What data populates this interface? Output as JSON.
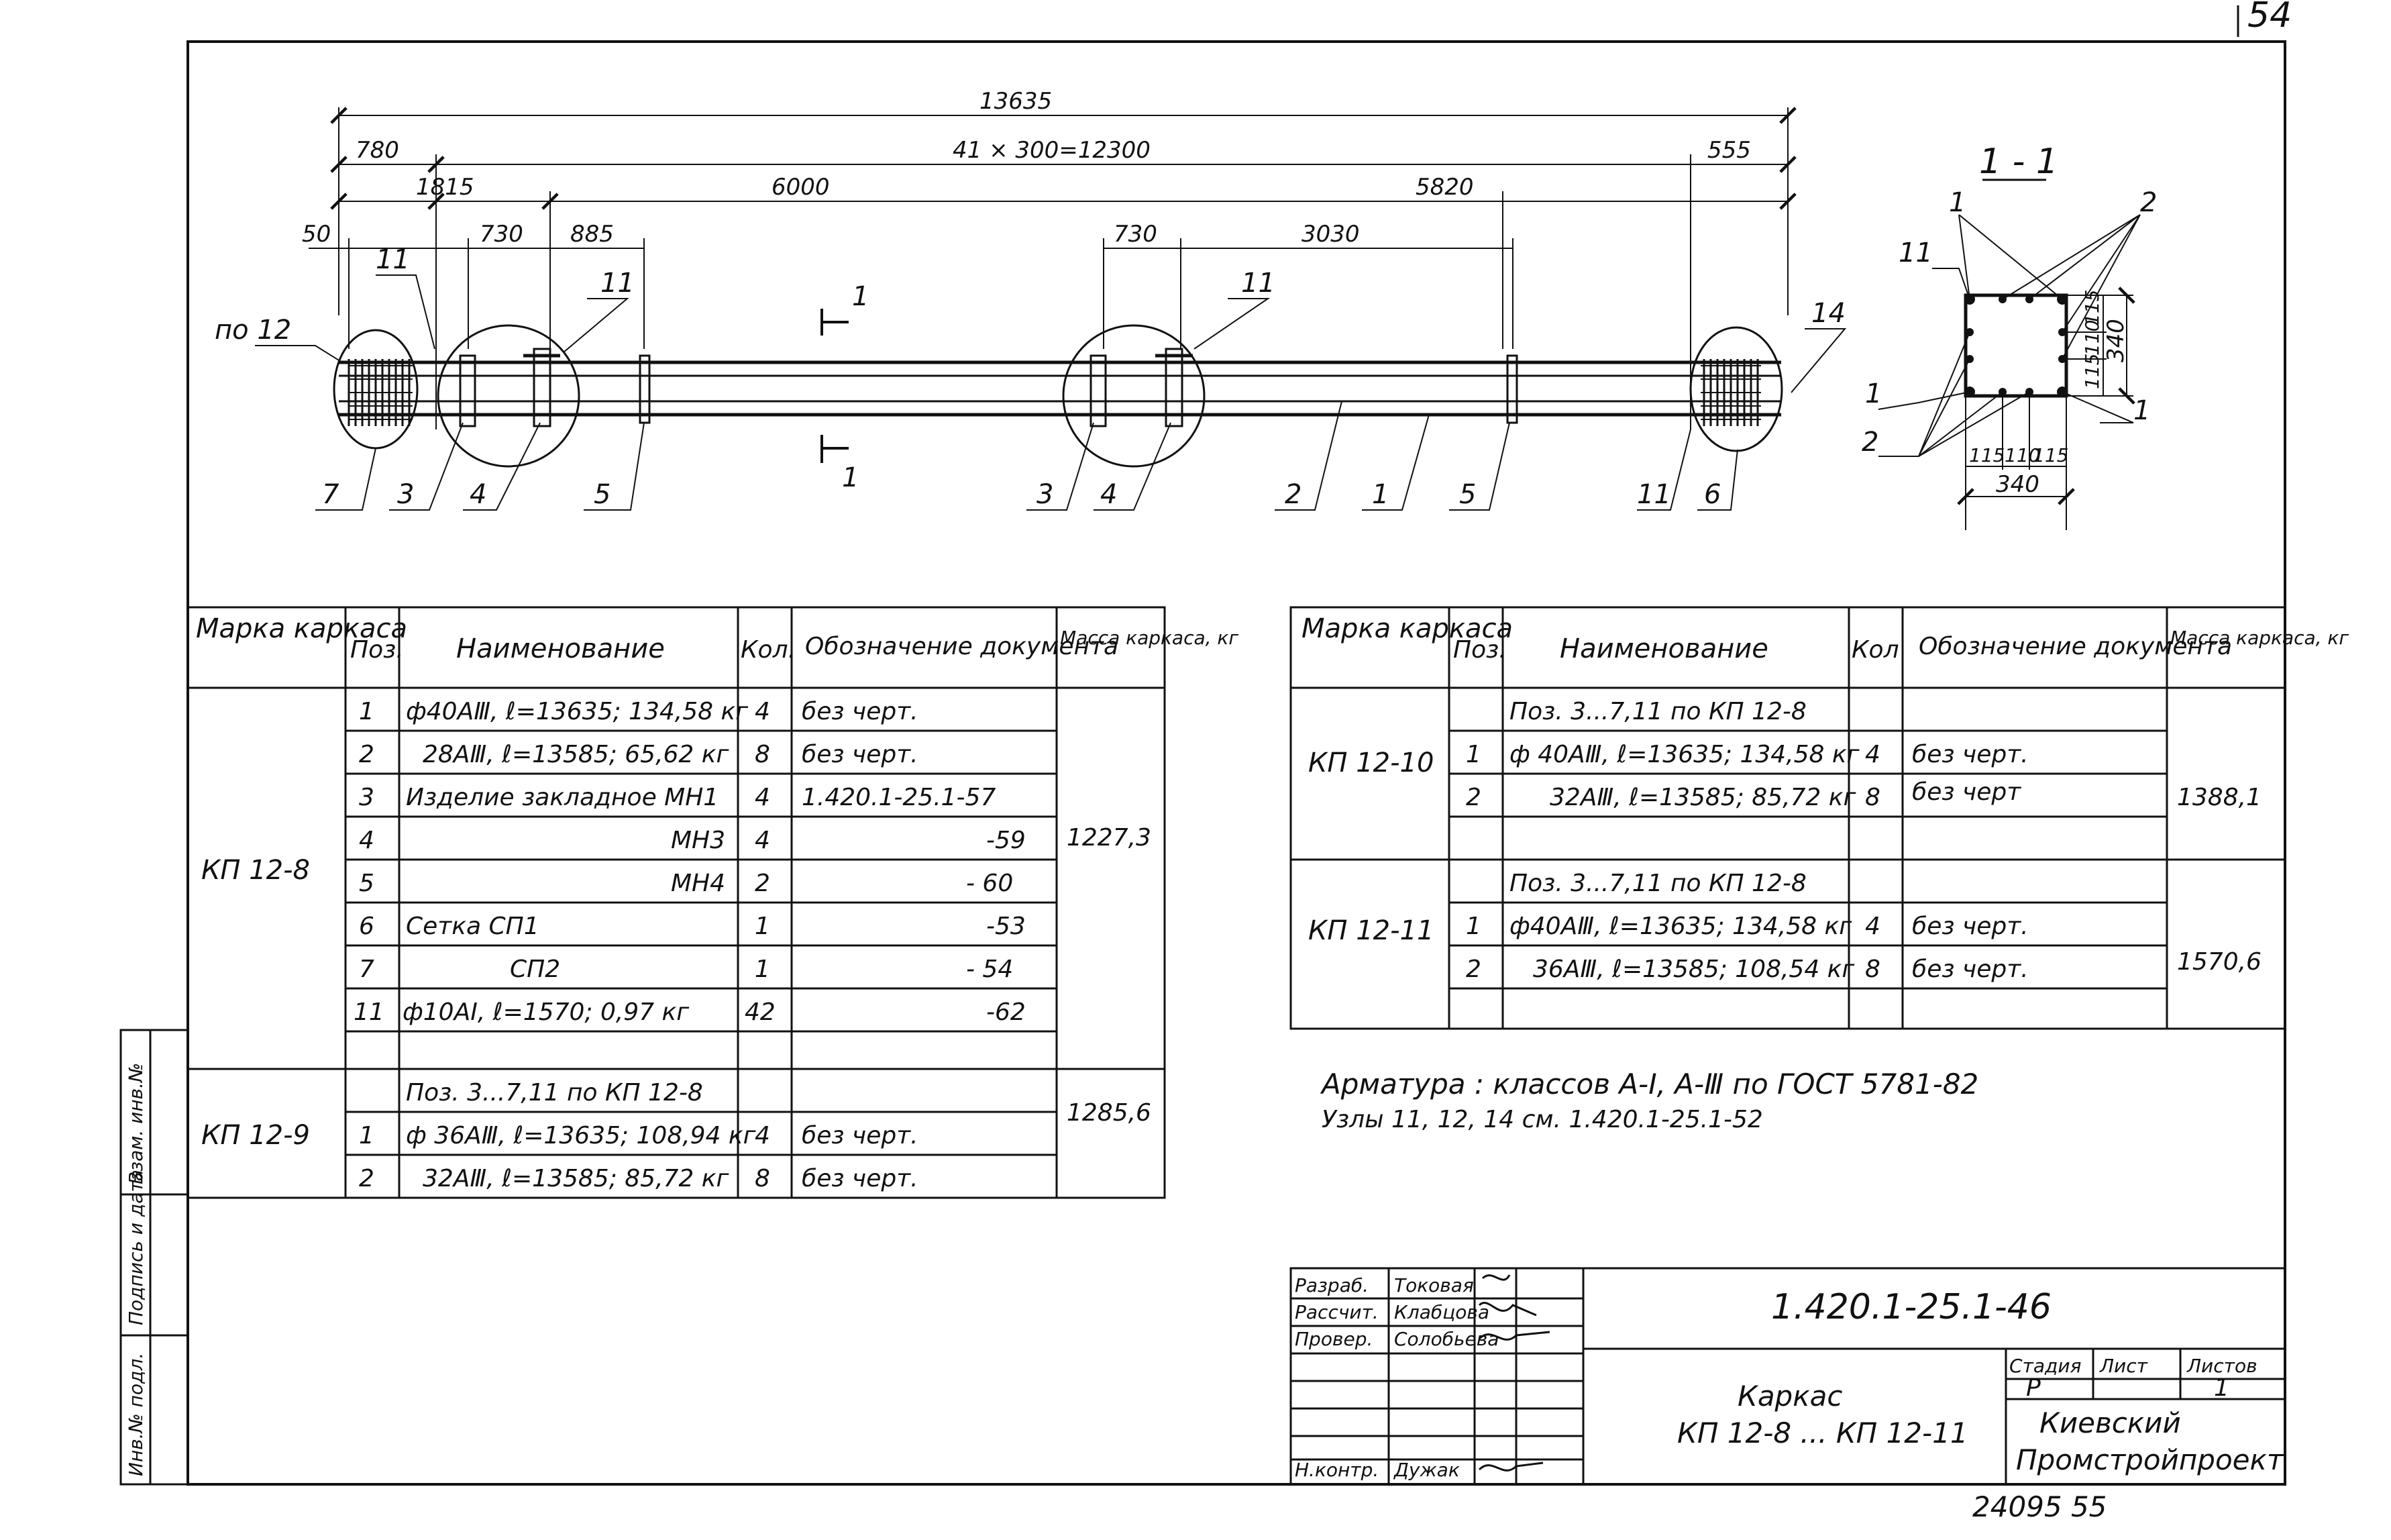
{
  "sheet_number": "54",
  "drawing_id": "1.420.1-25.1-46",
  "footer_code": "24095  55",
  "drawing": {
    "dims": {
      "total": "13635",
      "spacing": "41 × 300=12300",
      "left_780": "780",
      "right_555": "555",
      "d1815": "1815",
      "d6000": "6000",
      "d5820": "5820",
      "d50": "50",
      "d730a": "730",
      "d885": "885",
      "d730b": "730",
      "d3030": "3030"
    },
    "labels": {
      "po12": "по 12",
      "p11a": "11",
      "p11b": "11",
      "p11c": "11",
      "p11d": "11",
      "p14": "14",
      "p7": "7",
      "p3a": "3",
      "p4a": "4",
      "p5a": "5",
      "p3b": "3",
      "p4b": "4",
      "p2": "2",
      "p1": "1",
      "p5b": "5",
      "p6": "6",
      "sec_top": "1",
      "sec_bottom": "1"
    },
    "section": {
      "title": "1 - 1",
      "l1a": "1",
      "l2a": "2",
      "l11": "11",
      "l1b": "1",
      "l2b": "2",
      "l1c": "1",
      "d115a": "115",
      "d110a": "110",
      "d115b": "115",
      "d340v": "340",
      "d115c": "115",
      "d110b": "110",
      "d115d": "115",
      "d340h": "340"
    }
  },
  "left_table": {
    "headers": [
      "Марка каркаса",
      "Поз.",
      "Наименование",
      "Кол.",
      "Обозначение документа",
      "Масса каркаса, кг"
    ],
    "groups": [
      {
        "mark": "КП 12-8",
        "mass": "1227,3",
        "rows": [
          {
            "pos": "1",
            "name": "ф40АⅢ, ℓ=13635; 134,58 кг",
            "qty": "4",
            "doc": "без черт."
          },
          {
            "pos": "2",
            "name": "28АⅢ, ℓ=13585; 65,62 кг",
            "qty": "8",
            "doc": "без черт."
          },
          {
            "pos": "3",
            "name": "Изделие закладное МН1",
            "qty": "4",
            "doc": "1.420.1-25.1-57"
          },
          {
            "pos": "4",
            "name": "МН3",
            "qty": "4",
            "doc": "-59"
          },
          {
            "pos": "5",
            "name": "МН4",
            "qty": "2",
            "doc": "- 60"
          },
          {
            "pos": "6",
            "name": "Сетка СП1",
            "qty": "1",
            "doc": "-53"
          },
          {
            "pos": "7",
            "name": "СП2",
            "qty": "1",
            "doc": "- 54"
          },
          {
            "pos": "11",
            "name": "ф10АⅠ, ℓ=1570; 0,97 кг",
            "qty": "42",
            "doc": "-62"
          },
          {
            "pos": "",
            "name": "",
            "qty": "",
            "doc": ""
          }
        ]
      },
      {
        "mark": "КП 12-9",
        "mass": "1285,6",
        "rows": [
          {
            "pos": "",
            "name": "Поз. 3...7,11 по КП 12-8",
            "qty": "",
            "doc": ""
          },
          {
            "pos": "1",
            "name": "ф 36АⅢ, ℓ=13635; 108,94 кг",
            "qty": "4",
            "doc": "без черт."
          },
          {
            "pos": "2",
            "name": "32АⅢ, ℓ=13585; 85,72 кг",
            "qty": "8",
            "doc": "без черт."
          }
        ]
      }
    ]
  },
  "right_table": {
    "headers": [
      "Марка каркаса",
      "Поз.",
      "Наименование",
      "Кол",
      "Обозначение документа",
      "Масса каркаса, кг"
    ],
    "groups": [
      {
        "mark": "КП 12-10",
        "mass": "1388,1",
        "rows": [
          {
            "pos": "",
            "name": "Поз. 3...7,11 по КП 12-8",
            "qty": "",
            "doc": ""
          },
          {
            "pos": "1",
            "name": "ф 40АⅢ, ℓ=13635; 134,58 кг",
            "qty": "4",
            "doc": "без черт."
          },
          {
            "pos": "2",
            "name": "32АⅢ, ℓ=13585; 85,72 кг",
            "qty": "8",
            "doc": "без черт"
          },
          {
            "pos": "",
            "name": "",
            "qty": "",
            "doc": ""
          }
        ]
      },
      {
        "mark": "КП 12-11",
        "mass": "1570,6",
        "rows": [
          {
            "pos": "",
            "name": "Поз. 3...7,11 по КП 12-8",
            "qty": "",
            "doc": ""
          },
          {
            "pos": "1",
            "name": "ф40АⅢ, ℓ=13635; 134,58 кг",
            "qty": "4",
            "doc": "без черт."
          },
          {
            "pos": "2",
            "name": "36АⅢ, ℓ=13585; 108,54 кг",
            "qty": "8",
            "doc": "без черт."
          },
          {
            "pos": "",
            "name": "",
            "qty": "",
            "doc": ""
          }
        ]
      }
    ]
  },
  "notes": {
    "line1": "Арматура : классов А-Ⅰ, А-Ⅲ по ГОСТ 5781-82",
    "line2": "Узлы 11, 12, 14 см. 1.420.1-25.1-52"
  },
  "title_block": {
    "roles": [
      "Разраб.",
      "Рассчит.",
      "Провер.",
      "",
      "",
      "",
      "Н.контр."
    ],
    "names": [
      "Токовая",
      "Клабцова",
      "Солобьева",
      "",
      "",
      "",
      "Дужак"
    ],
    "title_line1": "Каркас",
    "title_line2": "КП 12-8 ... КП 12-11",
    "stage_label": "Стадия",
    "sheet_label": "Лист",
    "sheets_label": "Листов",
    "stage_value": "Р",
    "sheet_value": "",
    "sheets_value": "1",
    "org_line1": "Киевский",
    "org_line2": "Промстройпроект"
  },
  "side_stamp": {
    "labels": [
      "Инв.№ подл.",
      "Подпись и дата",
      "Взам. инв.№"
    ]
  }
}
